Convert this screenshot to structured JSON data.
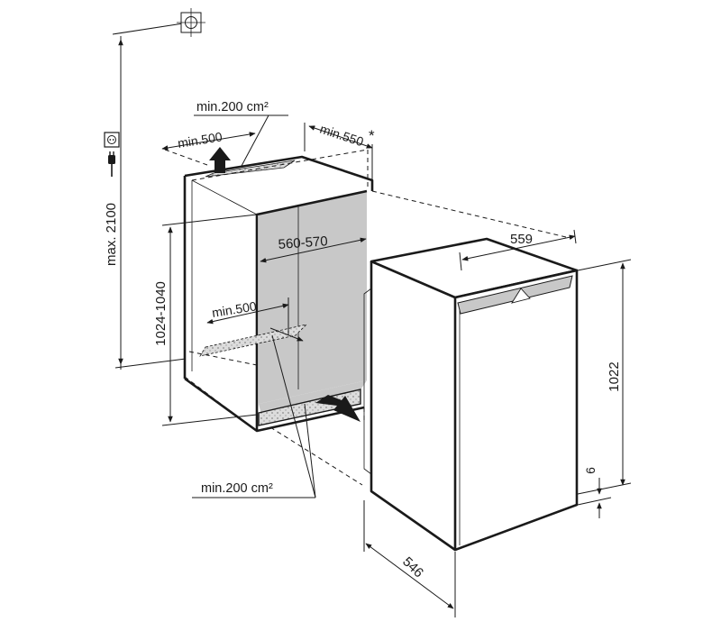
{
  "dimensions": {
    "max_height": "max. 2100",
    "niche_vent_top": "min.200 cm²",
    "niche_depth_top": "min.500",
    "side_clearance": "min.550",
    "asterisk": "*",
    "niche_width": "560-570",
    "niche_height": "1024-1040",
    "niche_depth_bottom": "min.500",
    "niche_vent_bottom": "min.200 cm²",
    "appliance_width": "559",
    "appliance_height": "1022",
    "appliance_depth": "546",
    "base_offset": "6"
  },
  "icons": {
    "top_symbol": "center-mark-icon",
    "socket": "power-socket-icon",
    "plug": "power-plug-icon"
  },
  "colors": {
    "line": "#1a1a1a",
    "niche_interior": "#c8c8c8",
    "vent_fill": "#d9d9d9",
    "background": "#ffffff"
  }
}
